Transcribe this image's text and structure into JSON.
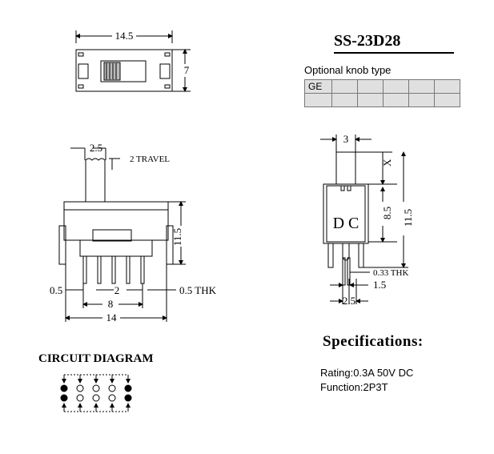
{
  "title": "SS-23D28",
  "knob": {
    "label": "Optional knob type",
    "rows": [
      [
        "GE",
        "",
        "",
        "",
        "",
        ""
      ],
      [
        "",
        "",
        "",
        "",
        "",
        ""
      ]
    ]
  },
  "specs": {
    "heading": "Specifications:",
    "rating": "Rating:0.3A 50V DC",
    "function": "Function:2P3T"
  },
  "circuit": {
    "heading": "CIRCUIT DIAGRAM"
  },
  "dims": {
    "top_width": "14.5",
    "top_height": "7",
    "pitch": "2.5",
    "travel": "2 TRAVEL",
    "side_height": "11.5",
    "pin_left": "0.5",
    "pin_spacing": "2",
    "pin_thick": "0.5 THK",
    "span8": "8",
    "span14": "14",
    "end_width": "3",
    "end_x": "X",
    "end_8_5": "8.5",
    "end_11_5": "11.5",
    "dc_label": "D C",
    "tab_thick": "0.33 THK",
    "tab_1_5": "1.5",
    "tab_2_5": "2.5"
  }
}
